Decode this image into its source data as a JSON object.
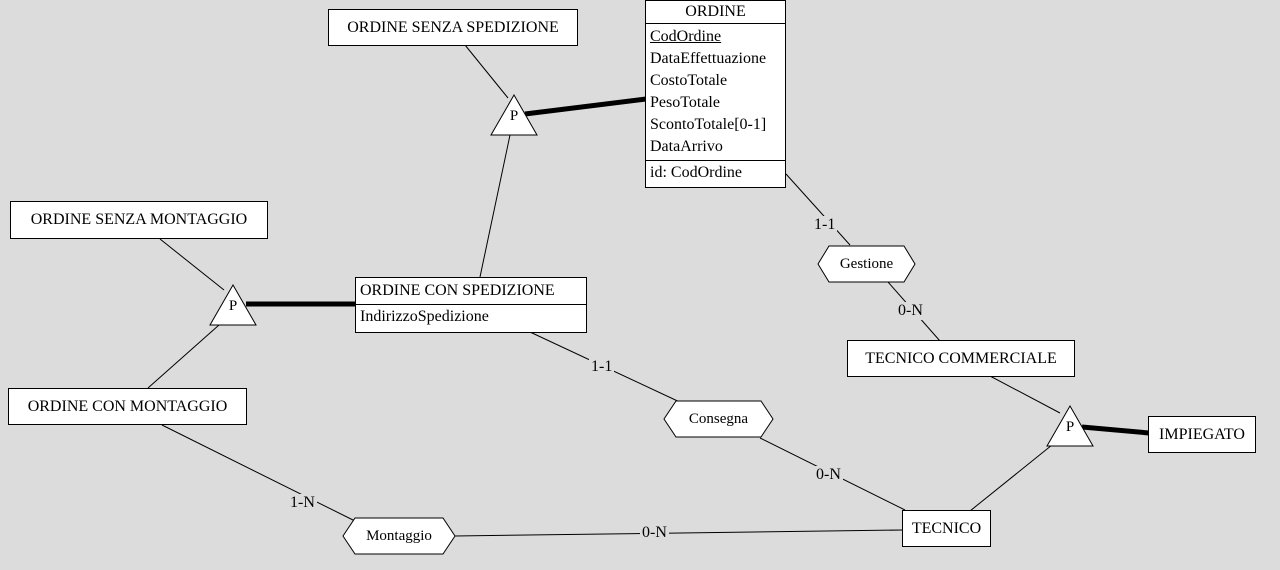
{
  "entities": {
    "ordine": {
      "title": "ORDINE",
      "attributes": [
        "CodOrdine",
        "DataEffettuazione",
        "CostoTotale",
        "PesoTotale",
        "ScontoTotale[0-1]",
        "DataArrivo"
      ],
      "identifier": "id: CodOrdine"
    },
    "ordine_senza_spedizione": {
      "title": "ORDINE SENZA SPEDIZIONE"
    },
    "ordine_senza_montaggio": {
      "title": "ORDINE SENZA MONTAGGIO"
    },
    "ordine_con_spedizione": {
      "title": "ORDINE CON SPEDIZIONE",
      "attributes": [
        "IndirizzoSpedizione"
      ]
    },
    "ordine_con_montaggio": {
      "title": "ORDINE CON MONTAGGIO"
    },
    "tecnico_commerciale": {
      "title": "TECNICO COMMERCIALE"
    },
    "impiegato": {
      "title": "IMPIEGATO"
    },
    "tecnico": {
      "title": "TECNICO"
    }
  },
  "relationships": {
    "gestione": "Gestione",
    "consegna": "Consegna",
    "montaggio": "Montaggio"
  },
  "cardinalities": {
    "gestione_ordine": "1-1",
    "gestione_tecnico_commerciale": "0-N",
    "consegna_ordine_con_spedizione": "1-1",
    "consegna_tecnico": "0-N",
    "montaggio_ordine_con_montaggio": "1-N",
    "montaggio_tecnico": "0-N"
  },
  "generalizations": {
    "ordine_spedizione": "P",
    "ordine_montaggio": "P",
    "impiegato": "P"
  }
}
